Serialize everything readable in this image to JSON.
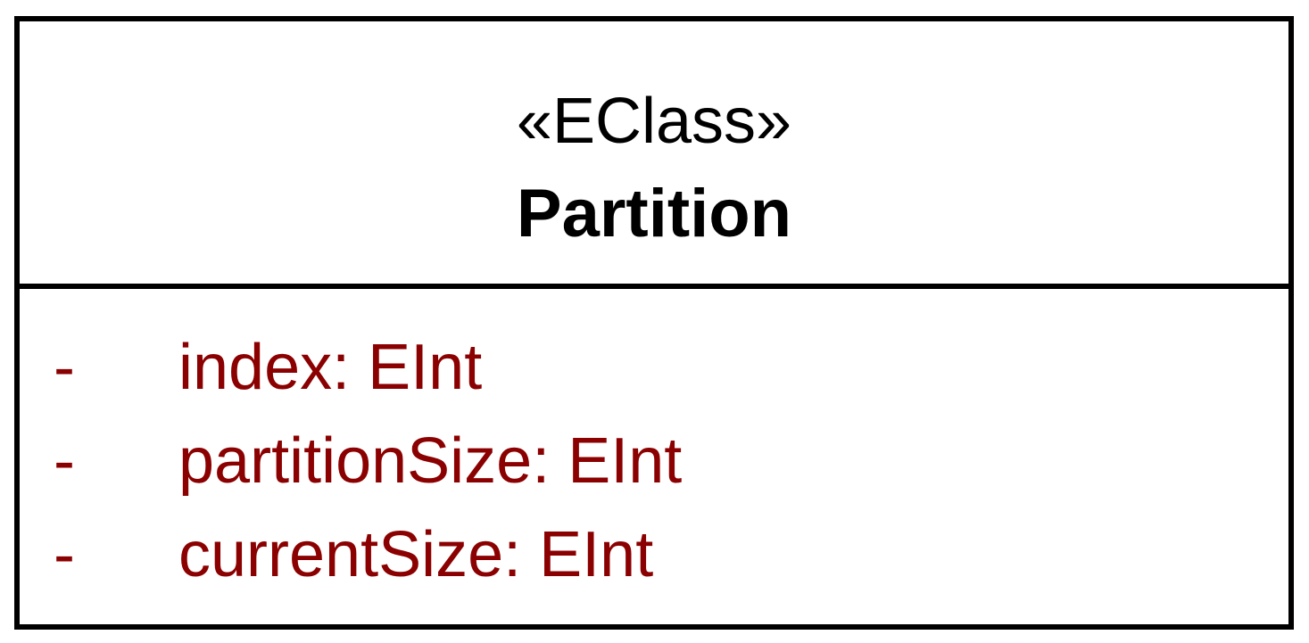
{
  "eclass": {
    "stereotype": "«EClass»",
    "name": "Partition",
    "attributes": [
      {
        "visibility": "-",
        "text": "index: EInt"
      },
      {
        "visibility": "-",
        "text": "partitionSize: EInt"
      },
      {
        "visibility": "-",
        "text": "currentSize: EInt"
      }
    ]
  },
  "colors": {
    "border": "#000000",
    "attribute_text": "#8b0000"
  }
}
